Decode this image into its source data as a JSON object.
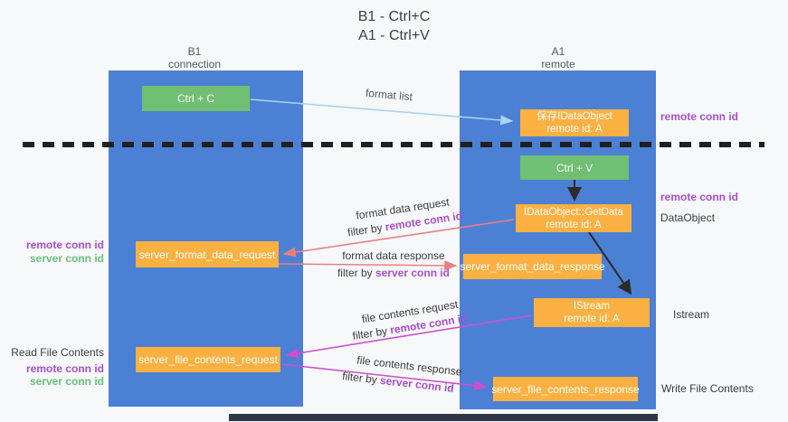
{
  "title": {
    "line1": "B1 - Ctrl+C",
    "line2": "A1 - Ctrl+V"
  },
  "columns": {
    "left": {
      "title": "B1",
      "subtitle": "connection"
    },
    "right": {
      "title": "A1",
      "subtitle": "remote"
    }
  },
  "boxes": {
    "ctrl_c": "Ctrl + C",
    "ctrl_v": "Ctrl + V",
    "save_dataobject_line1": "保存IDataObject",
    "save_dataobject_line2": "remote id: A",
    "getdata_line1": "IDataObject::GetData",
    "getdata_line2": "remote id: A",
    "istream_line1": "IStream",
    "istream_line2": "remote id: A",
    "format_request": "server_format_data_request",
    "format_response": "server_format_data_response",
    "file_request": "server_file_contents_request",
    "file_response": "server_file_contents_response"
  },
  "flow_labels": {
    "format_list": "format list",
    "format_data_request": "format data request",
    "format_data_response": "format data response",
    "file_contents_request": "file contents request",
    "file_contents_response": "file contents response",
    "filter_by": "filter by ",
    "remote_conn_id": "remote conn id",
    "server_conn_id": "server conn id"
  },
  "side_labels": {
    "dataobject": "DataObject",
    "istream": "Istream",
    "read_file_contents": "Read File Contents",
    "write_file_contents": "Write File Contents"
  },
  "colors": {
    "column_blue": "#4c80d4",
    "box_green": "#71bf72",
    "box_orange": "#fbb042",
    "remote_conn_purple": "#a74ecf",
    "server_conn_green": "#66c178",
    "arrow_light_blue": "#a9d3f2",
    "arrow_salmon": "#e87f7f",
    "arrow_magenta": "#cf4fcf",
    "arrow_black": "#2b2b2b"
  }
}
